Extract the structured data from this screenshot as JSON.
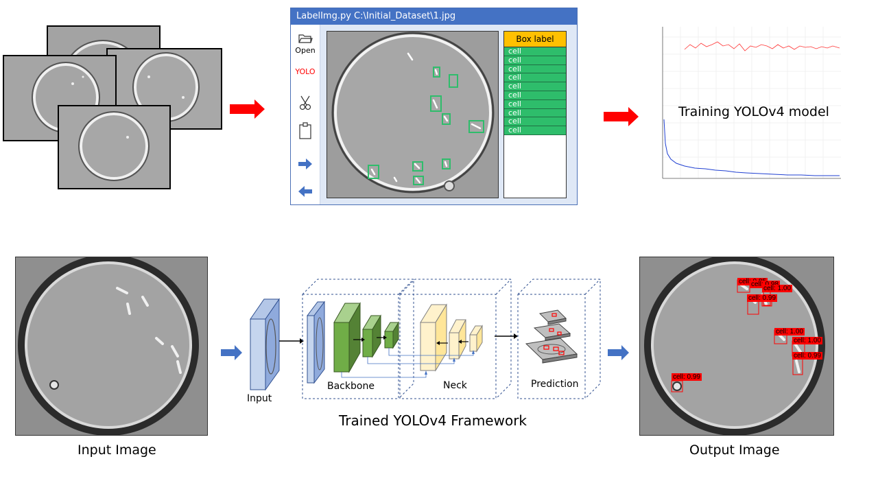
{
  "window": {
    "title": "LabelImg.py  C:\\Initial_Dataset\\1.jpg",
    "tools": {
      "open_label": "Open",
      "yolo_label": "YOLO",
      "open_icon": "folder-icon",
      "edit_icon": "scissors-icon",
      "paste_icon": "clipboard-icon",
      "next_icon": "arrow-right-icon",
      "prev_icon": "arrow-left-icon"
    },
    "box_panel": {
      "header": "Box label",
      "items": [
        "cell",
        "cell",
        "cell",
        "cell",
        "cell",
        "cell",
        "cell",
        "cell",
        "cell",
        "cell"
      ]
    }
  },
  "training": {
    "label": "Training YOLOv4 model"
  },
  "framework": {
    "caption": "Trained YOLOv4 Framework",
    "input_label": "Input",
    "backbone_label": "Backbone",
    "neck_label": "Neck",
    "prediction_label": "Prediction"
  },
  "input_image": {
    "caption": "Input Image"
  },
  "output_image": {
    "caption": "Output Image",
    "detections": [
      {
        "text": "cell: 0.85"
      },
      {
        "text": "cell: 0.98"
      },
      {
        "text": "cell: 1.00"
      },
      {
        "text": "cell: 0.99"
      },
      {
        "text": "cell: 1.00"
      },
      {
        "text": "cell: 1.00"
      },
      {
        "text": "cell: 0.99"
      },
      {
        "text": "cell: 0.99"
      }
    ]
  },
  "colors": {
    "flow_arrow_red": "#ff0000",
    "flow_arrow_blue": "#4472c4",
    "title_bar": "#4472c4",
    "box_header": "#ffc000",
    "box_item": "#2ebd6b",
    "backbone_green": "#70ad47",
    "neck_yellow": "#fff2cc",
    "detection_red": "#ff0000"
  }
}
